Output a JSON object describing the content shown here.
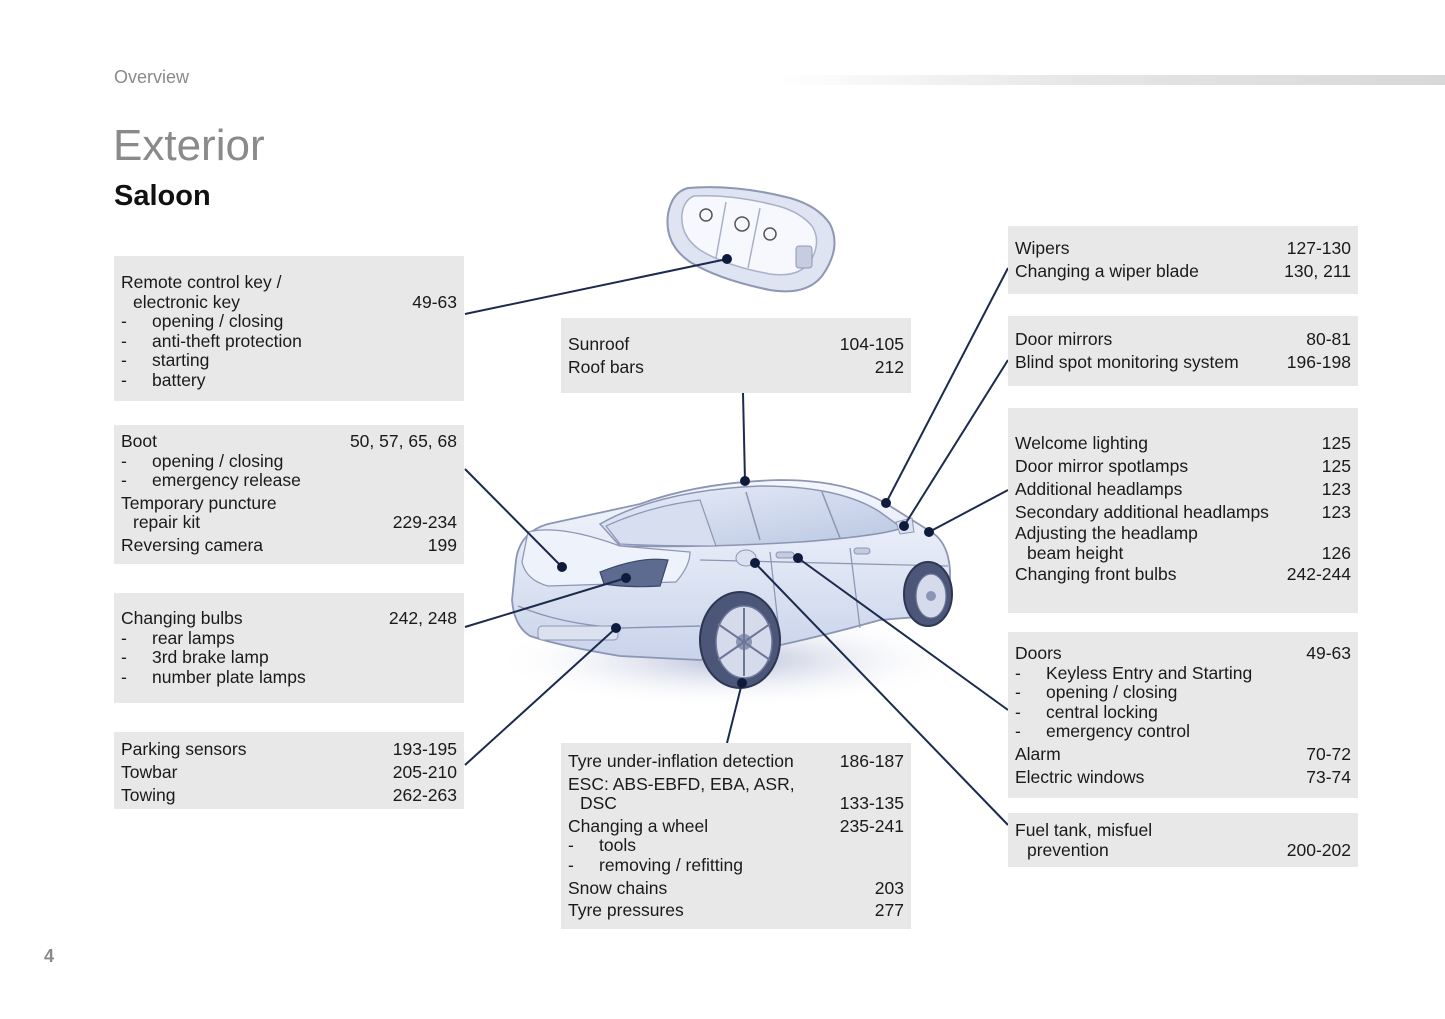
{
  "header": {
    "section": "Overview",
    "title": "Exterior",
    "subtitle": "Saloon"
  },
  "page_number": "4",
  "boxes": {
    "key": {
      "title_l1": "Remote control key /",
      "title_l2": "electronic key",
      "pages": "49-63",
      "items": [
        "opening / closing",
        "anti-theft protection",
        "starting",
        "battery"
      ]
    },
    "boot": {
      "title": "Boot",
      "pages": "50, 57, 65, 68",
      "items": [
        "opening / closing",
        "emergency release"
      ],
      "puncture_l1": "Temporary puncture",
      "puncture_l2": "repair kit",
      "puncture_pages": "229-234",
      "camera": "Reversing camera",
      "camera_pages": "199"
    },
    "bulbs": {
      "title": "Changing bulbs",
      "pages": "242, 248",
      "items": [
        "rear lamps",
        "3rd brake lamp",
        "number plate lamps"
      ]
    },
    "parking": {
      "rows": [
        {
          "label": "Parking sensors",
          "pages": "193-195"
        },
        {
          "label": "Towbar",
          "pages": "205-210"
        },
        {
          "label": "Towing",
          "pages": "262-263"
        }
      ]
    },
    "sunroof": {
      "rows": [
        {
          "label": "Sunroof",
          "pages": "104-105"
        },
        {
          "label": "Roof bars",
          "pages": "212"
        }
      ]
    },
    "tyre": {
      "tpms": "Tyre under-inflation detection",
      "tpms_pages": "186-187",
      "esc_l1": "ESC: ABS-EBFD, EBA, ASR,",
      "esc_l2": "DSC",
      "esc_pages": "133-135",
      "wheel": "Changing a wheel",
      "wheel_pages": "235-241",
      "wheel_items": [
        "tools",
        "removing / refitting"
      ],
      "chains": "Snow chains",
      "chains_pages": "203",
      "pressures": "Tyre pressures",
      "pressures_pages": "277"
    },
    "wipers": {
      "rows": [
        {
          "label": "Wipers",
          "pages": "127-130"
        },
        {
          "label": "Changing a wiper blade",
          "pages": "130, 211"
        }
      ]
    },
    "mirrors": {
      "rows": [
        {
          "label": "Door mirrors",
          "pages": "80-81"
        },
        {
          "label": "Blind spot monitoring system",
          "pages": "196-198"
        }
      ]
    },
    "lighting": {
      "rows": [
        {
          "label": "Welcome lighting",
          "pages": "125"
        },
        {
          "label": "Door mirror spotlamps",
          "pages": "125"
        },
        {
          "label": "Additional headlamps",
          "pages": "123"
        },
        {
          "label": "Secondary additional headlamps",
          "pages": "123"
        }
      ],
      "adjust_l1": "Adjusting the headlamp",
      "adjust_l2": "beam height",
      "adjust_pages": "126",
      "front": "Changing front bulbs",
      "front_pages": "242-244"
    },
    "doors": {
      "title": "Doors",
      "pages": "49-63",
      "items": [
        "Keyless Entry and Starting",
        "opening / closing",
        "central locking",
        "emergency control"
      ],
      "alarm": "Alarm",
      "alarm_pages": "70-72",
      "windows": "Electric windows",
      "windows_pages": "73-74"
    },
    "fuel": {
      "title_l1": "Fuel tank, misfuel",
      "title_l2": "prevention",
      "pages": "200-202"
    }
  },
  "colors": {
    "leader_line": "#1b2a4e",
    "box_bg": "#e8e8e8",
    "title_grey": "#8a8a8a"
  }
}
